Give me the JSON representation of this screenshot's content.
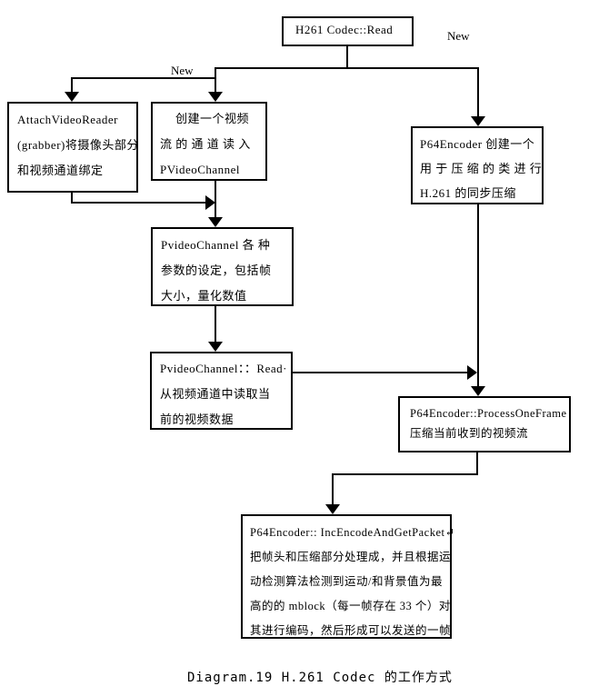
{
  "diagram": {
    "caption": "Diagram.19 H.261 Codec 的工作方式",
    "colors": {
      "line": "#000000",
      "background": "#ffffff",
      "text": "#000000"
    },
    "connector_labels": {
      "new_right": "New",
      "new_left": "New"
    },
    "boxes": {
      "h261_read": {
        "lines": [
          "H261 Codec::Read"
        ]
      },
      "attach_video_reader": {
        "lines": [
          "AttachVideoReader",
          "(grabber)将摄像头部分",
          "和视频通道绑定"
        ]
      },
      "create_video_channel": {
        "lines": [
          "创建一个视频",
          "流 的 通 道 读 入",
          "PVideoChannel"
        ]
      },
      "p64_encoder_create": {
        "lines": [
          "P64Encoder 创建一个",
          "用 于 压 缩 的 类 进 行",
          "H.261 的同步压缩"
        ]
      },
      "channel_params": {
        "lines": [
          "PvideoChannel 各 种",
          "参数的设定，包括帧",
          "大小，量化数值"
        ]
      },
      "channel_read": {
        "lines": [
          "PvideoChannel：：Read·",
          "从视频通道中读取当",
          "前的视频数据"
        ]
      },
      "process_one_frame": {
        "lines": [
          "P64Encoder::ProcessOneFrame",
          "压缩当前收到的视频流"
        ]
      },
      "inc_encode_get_packet": {
        "lines": [
          "P64Encoder:: IncEncodeAndGetPacket↵",
          "把帧头和压缩部分处理成，并且根据运",
          "动检测算法检测到运动/和背景值为最",
          "高的的 mblock（每一帧存在 33 个）对",
          "其进行编码，然后形成可以发送的一帧"
        ]
      }
    }
  }
}
